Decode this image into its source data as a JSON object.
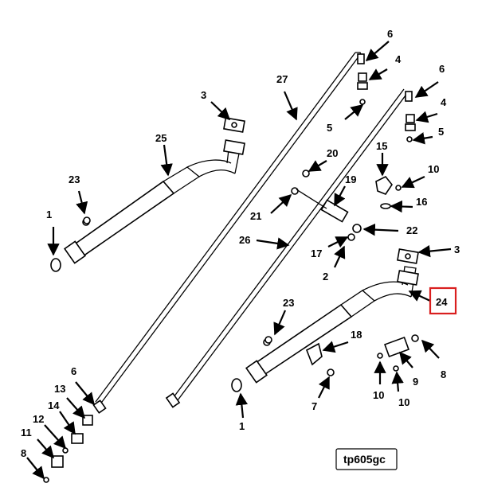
{
  "figure_id": "tp605gc",
  "highlighted_callout": "24",
  "highlight_color": "#d91f1f",
  "callouts": [
    {
      "key": "c1a",
      "label": "1"
    },
    {
      "key": "c1b",
      "label": "1"
    },
    {
      "key": "c2",
      "label": "2"
    },
    {
      "key": "c3a",
      "label": "3"
    },
    {
      "key": "c3b",
      "label": "3"
    },
    {
      "key": "c4a",
      "label": "4"
    },
    {
      "key": "c4b",
      "label": "4"
    },
    {
      "key": "c5a",
      "label": "5"
    },
    {
      "key": "c5b",
      "label": "5"
    },
    {
      "key": "c6a",
      "label": "6"
    },
    {
      "key": "c6b",
      "label": "6"
    },
    {
      "key": "c6c",
      "label": "6"
    },
    {
      "key": "c7",
      "label": "7"
    },
    {
      "key": "c8a",
      "label": "8"
    },
    {
      "key": "c8b",
      "label": "8"
    },
    {
      "key": "c9",
      "label": "9"
    },
    {
      "key": "c10a",
      "label": "10"
    },
    {
      "key": "c10b",
      "label": "10"
    },
    {
      "key": "c10c",
      "label": "10"
    },
    {
      "key": "c11",
      "label": "11"
    },
    {
      "key": "c12",
      "label": "12"
    },
    {
      "key": "c13",
      "label": "13"
    },
    {
      "key": "c14",
      "label": "14"
    },
    {
      "key": "c15",
      "label": "15"
    },
    {
      "key": "c16",
      "label": "16"
    },
    {
      "key": "c17",
      "label": "17"
    },
    {
      "key": "c18",
      "label": "18"
    },
    {
      "key": "c19",
      "label": "19"
    },
    {
      "key": "c20",
      "label": "20"
    },
    {
      "key": "c21",
      "label": "21"
    },
    {
      "key": "c22",
      "label": "22"
    },
    {
      "key": "c23a",
      "label": "23"
    },
    {
      "key": "c23b",
      "label": "23"
    },
    {
      "key": "c25",
      "label": "25"
    },
    {
      "key": "c26",
      "label": "26"
    },
    {
      "key": "c27",
      "label": "27"
    }
  ]
}
